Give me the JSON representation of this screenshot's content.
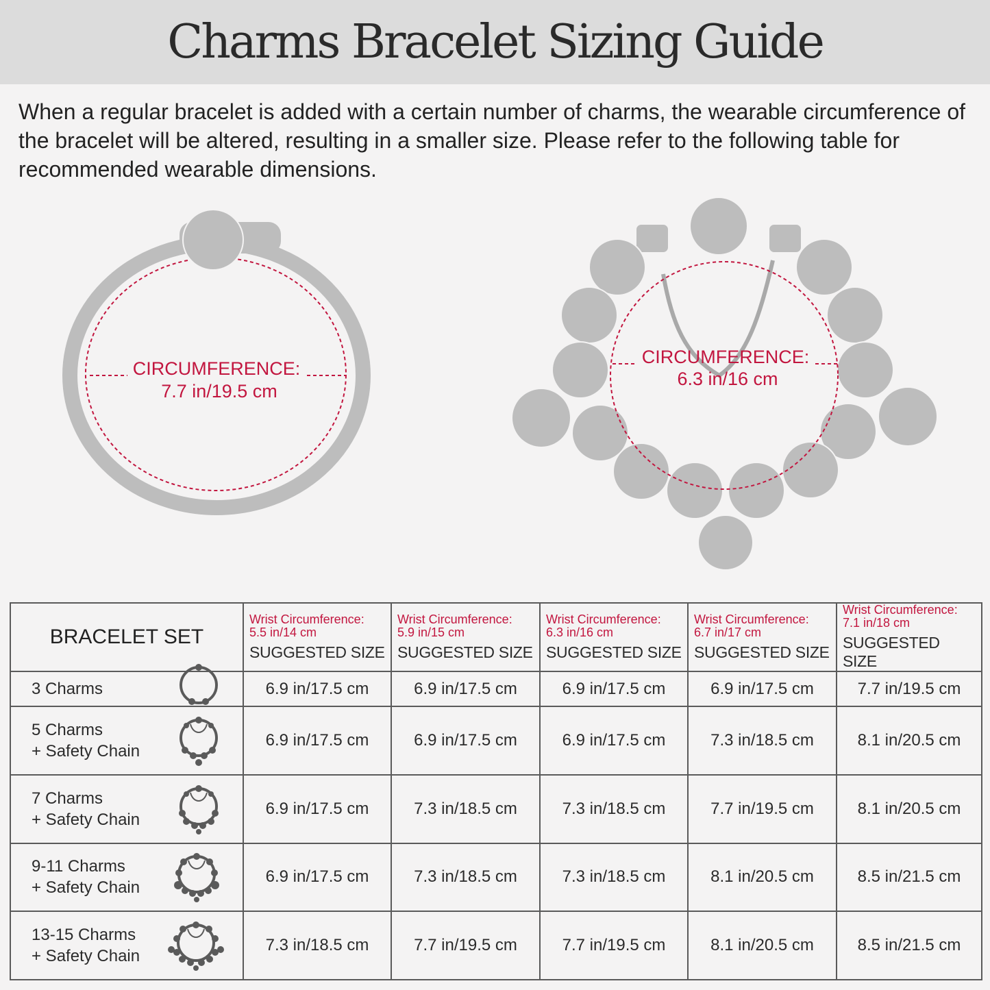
{
  "header": {
    "title": "Charms Bracelet Sizing Guide"
  },
  "intro": {
    "text": "When a regular bracelet is added with a certain number of charms, the wearable circumference of the bracelet will be altered, resulting in a smaller size. Please refer to the following table for recommended wearable dimensions."
  },
  "illustrations": {
    "plain": {
      "label": "CIRCUMFERENCE:",
      "value": "7.7 in/19.5 cm"
    },
    "charmed": {
      "label": "CIRCUMFERENCE:",
      "value": "6.3 in/16 cm"
    }
  },
  "colors": {
    "accent": "#c2163f",
    "silhouette": "#bdbdbd",
    "header_bg": "#dcdcdc",
    "page_bg": "#f4f3f3"
  },
  "table": {
    "set_header": "BRACELET SET",
    "columns": [
      {
        "wrist_label": "Wrist Circumference:",
        "wrist_value": "5.5 in/14 cm",
        "size_label": "SUGGESTED SIZE"
      },
      {
        "wrist_label": "Wrist Circumference:",
        "wrist_value": "5.9 in/15 cm",
        "size_label": "SUGGESTED SIZE"
      },
      {
        "wrist_label": "Wrist Circumference:",
        "wrist_value": "6.3 in/16 cm",
        "size_label": "SUGGESTED SIZE"
      },
      {
        "wrist_label": "Wrist Circumference:",
        "wrist_value": "6.7 in/17 cm",
        "size_label": "SUGGESTED SIZE"
      },
      {
        "wrist_label": "Wrist Circumference:",
        "wrist_value": "7.1 in/18 cm",
        "size_label": "SUGGESTED SIZE"
      }
    ],
    "rows": [
      {
        "set": "3 Charms",
        "icon": "bracelet-3-charms-icon",
        "sizes": [
          "6.9 in/17.5 cm",
          "6.9 in/17.5 cm",
          "6.9 in/17.5 cm",
          "6.9 in/17.5 cm",
          "7.7 in/19.5 cm"
        ]
      },
      {
        "set": "5 Charms\n+ Safety Chain",
        "icon": "bracelet-5-charms-icon",
        "sizes": [
          "6.9 in/17.5 cm",
          "6.9 in/17.5 cm",
          "6.9 in/17.5 cm",
          "7.3 in/18.5 cm",
          "8.1 in/20.5 cm"
        ]
      },
      {
        "set": "7 Charms\n+ Safety Chain",
        "icon": "bracelet-7-charms-icon",
        "sizes": [
          "6.9 in/17.5 cm",
          "7.3 in/18.5 cm",
          "7.3 in/18.5 cm",
          "7.7 in/19.5 cm",
          "8.1 in/20.5 cm"
        ]
      },
      {
        "set": "9-11 Charms\n+ Safety Chain",
        "icon": "bracelet-9-11-charms-icon",
        "sizes": [
          "6.9 in/17.5 cm",
          "7.3 in/18.5 cm",
          "7.3 in/18.5 cm",
          "8.1 in/20.5 cm",
          "8.5 in/21.5 cm"
        ]
      },
      {
        "set": "13-15 Charms\n+ Safety Chain",
        "icon": "bracelet-13-15-charms-icon",
        "sizes": [
          "7.3 in/18.5 cm",
          "7.7 in/19.5 cm",
          "7.7 in/19.5 cm",
          "8.1 in/20.5 cm",
          "8.5 in/21.5 cm"
        ]
      }
    ]
  }
}
